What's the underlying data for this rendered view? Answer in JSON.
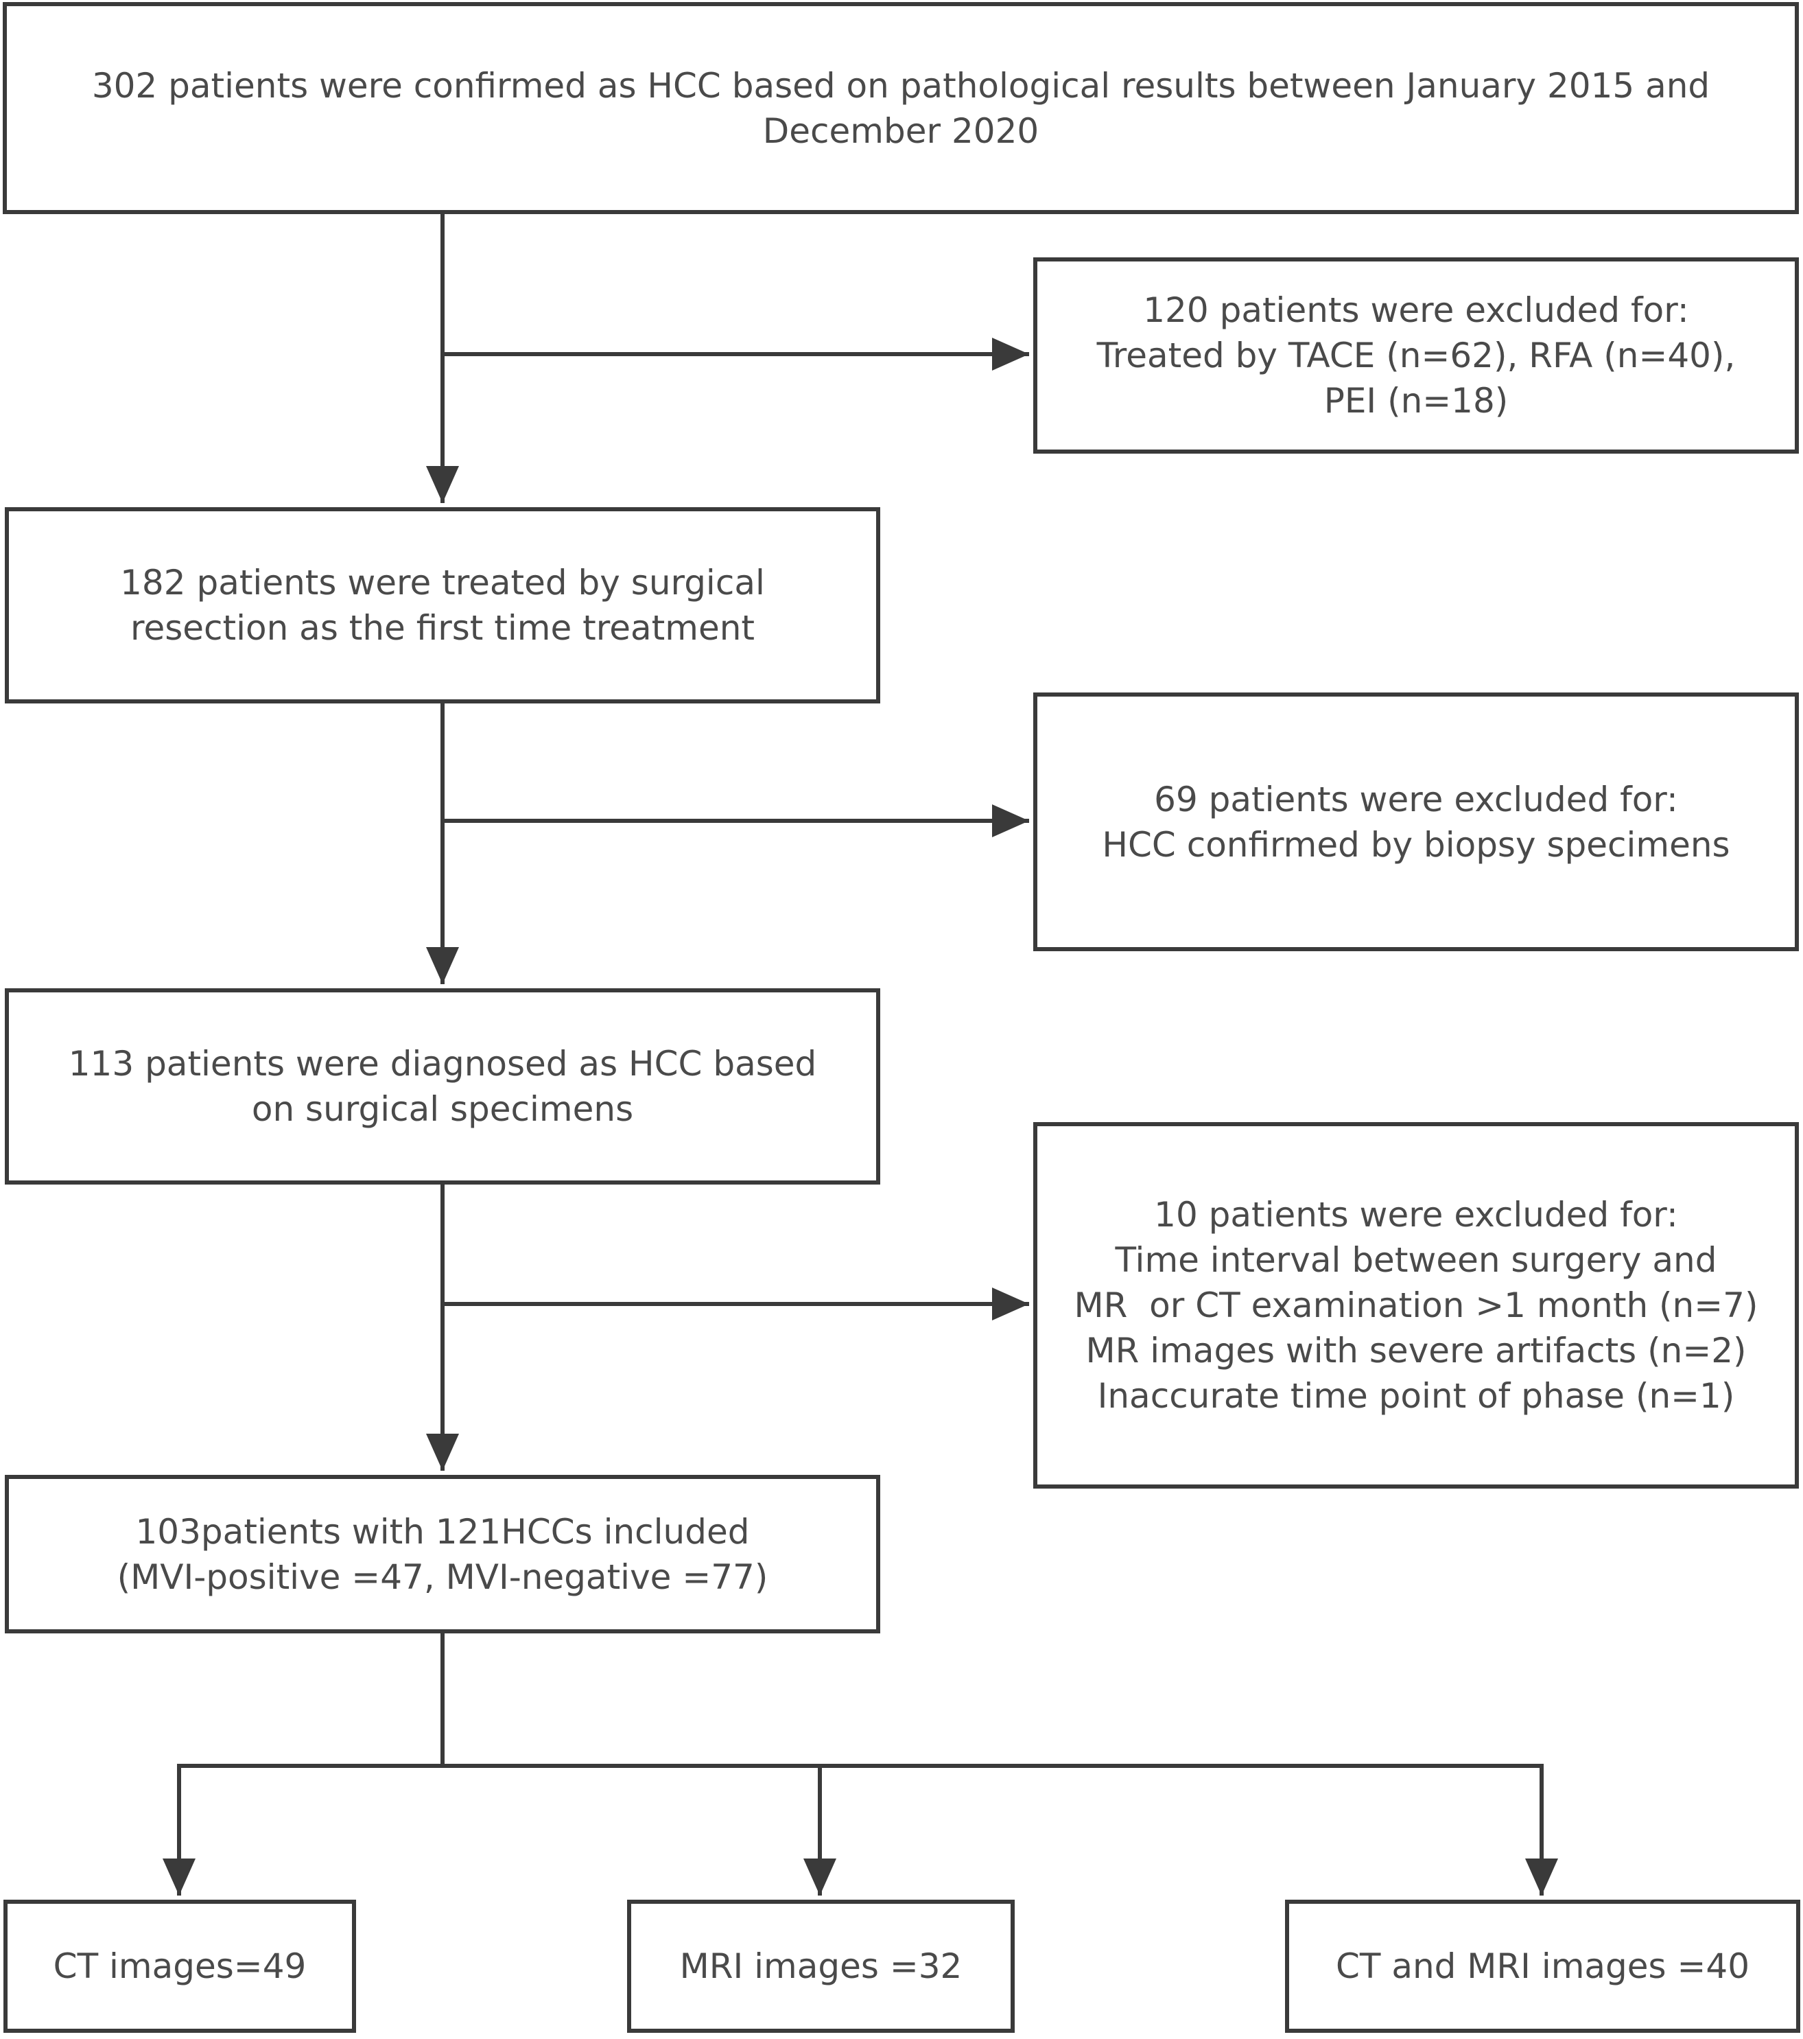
{
  "flowchart": {
    "start": {
      "lines": [
        "302 patients were confirmed as HCC based on pathological results between January 2015 and",
        "December 2020"
      ]
    },
    "exclusion_1": {
      "lines": [
        "120 patients were excluded for:",
        "Treated by TACE (n=62), RFA (n=40),",
        "PEI (n=18)"
      ]
    },
    "step_2": {
      "lines": [
        "182 patients were treated by surgical",
        "resection as the first time treatment"
      ]
    },
    "exclusion_2": {
      "lines": [
        "69 patients were excluded for:",
        "HCC confirmed by biopsy specimens"
      ]
    },
    "step_3": {
      "lines": [
        "113 patients were diagnosed as HCC based",
        "on surgical specimens"
      ]
    },
    "exclusion_3": {
      "lines": [
        "10 patients were excluded for:",
        "Time interval between surgery and",
        "MR  or CT examination >1 month (n=7)",
        "MR images with severe artifacts (n=2)",
        "Inaccurate time point of phase (n=1)"
      ]
    },
    "step_4": {
      "lines": [
        "103patients with 121HCCs included",
        "(MVI-positive =47, MVI-negative =77)"
      ]
    },
    "outcome_ct": {
      "lines": [
        "CT images=49"
      ]
    },
    "outcome_mri": {
      "lines": [
        "MRI images =32"
      ]
    },
    "outcome_ct_mri": {
      "lines": [
        "CT and MRI images =40"
      ]
    }
  },
  "colors": {
    "border": "#3a3a3a",
    "text": "#4a4a4a",
    "background": "#ffffff"
  }
}
